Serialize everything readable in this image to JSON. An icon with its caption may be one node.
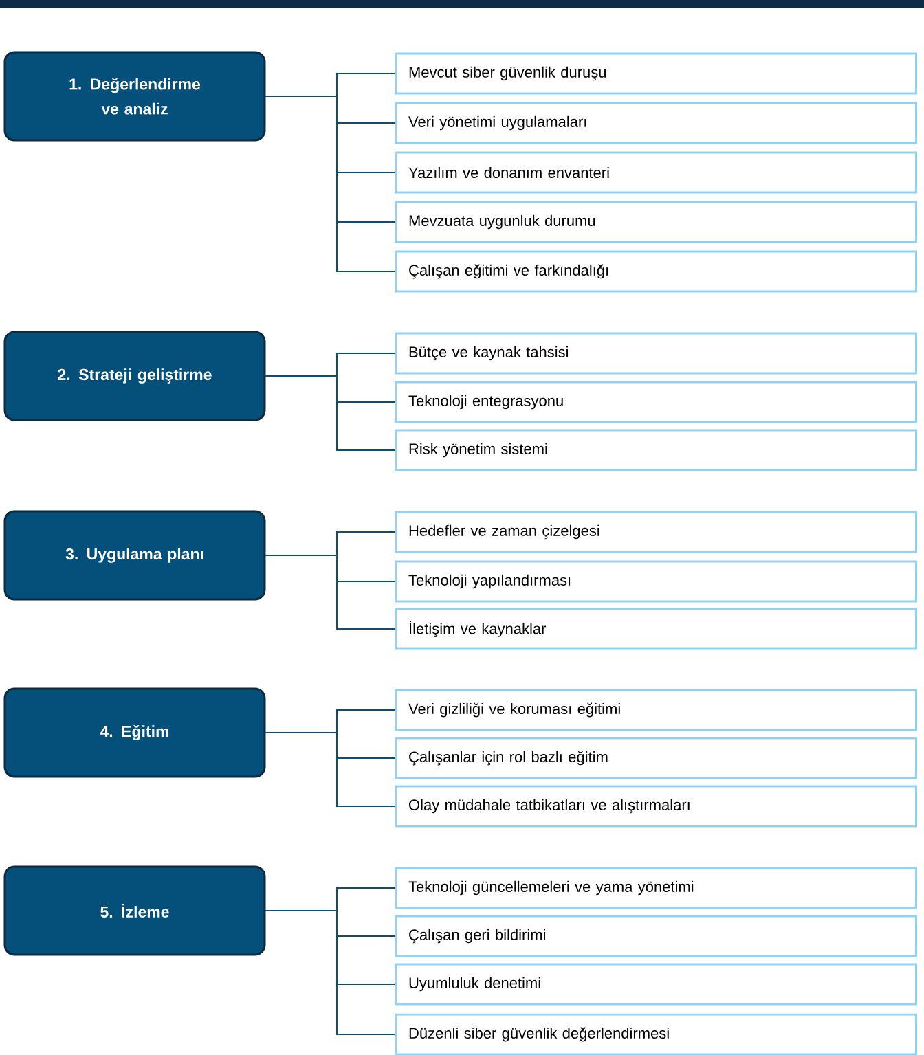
{
  "diagram": {
    "nodes": [
      {
        "text": [
          "1. Değerlendirme ve analiz"
        ]
      },
      {
        "text": [
          "Mevcut siber güvenlik duruşu"
        ]
      },
      {
        "text": [
          "Veri yönetimi uygulamaları"
        ]
      },
      {
        "text": [
          "Yazılım ve donanım envanteri"
        ]
      },
      {
        "text": [
          "Mevzuata uygunluk durumu"
        ]
      },
      {
        "text": [
          "Çalışan eğitimi ve farkındalığı"
        ]
      },
      {
        "text": [
          "2. Strateji geliştirme"
        ]
      },
      {
        "text": [
          "Bütçe ve kaynak tahsisi"
        ]
      },
      {
        "text": [
          "Teknoloji entegrasyonu"
        ]
      },
      {
        "text": [
          "Risk yönetim sistemi"
        ]
      },
      {
        "text": [
          "3. Uygulama planı"
        ]
      },
      {
        "text": [
          "Hedefler ve zaman çizelgesi"
        ]
      },
      {
        "text": [
          "Teknoloji yapılandırması"
        ]
      },
      {
        "text": [
          "İletişim ve kaynaklar"
        ]
      },
      {
        "text": [
          "4. Eğitim"
        ]
      },
      {
        "text": [
          "Veri gizliliği ve koruması eğitimi"
        ]
      },
      {
        "text": [
          "Çalışanlar için rol bazlı eğitim"
        ]
      },
      {
        "text": [
          "Olay müdahale tatbikatları ve alıştırmaları"
        ]
      },
      {
        "text": [
          "5. İzleme"
        ]
      },
      {
        "text": [
          "Teknoloji güncellemeleri ve yama yönetimi"
        ]
      },
      {
        "text": [
          "Çalışan geri bildirimi"
        ]
      },
      {
        "text": [
          "Uyumluluk denetimi"
        ]
      },
      {
        "text": [
          "Düzenli siber güvenlik değerlendirmesi"
        ]
      }
    ],
    "edges": [
      {
        "from": 0,
        "to": 1,
        "arrow": "none"
      },
      {
        "from": 0,
        "to": 2,
        "arrow": "none"
      },
      {
        "from": 0,
        "to": 3,
        "arrow": "none"
      },
      {
        "from": 0,
        "to": 4,
        "arrow": "none"
      },
      {
        "from": 0,
        "to": 5,
        "arrow": "none"
      },
      {
        "from": 6,
        "to": 7,
        "arrow": "none"
      },
      {
        "from": 6,
        "to": 8,
        "arrow": "none"
      },
      {
        "from": 6,
        "to": 9,
        "arrow": "none"
      },
      {
        "from": 10,
        "to": 11,
        "arrow": "none"
      },
      {
        "from": 10,
        "to": 12,
        "arrow": "none"
      },
      {
        "from": 10,
        "to": 13,
        "arrow": "none"
      },
      {
        "from": 14,
        "to": 15,
        "arrow": "none"
      },
      {
        "from": 14,
        "to": 16,
        "arrow": "none"
      },
      {
        "from": 14,
        "to": 17,
        "arrow": "none"
      },
      {
        "from": 18,
        "to": 19,
        "arrow": "none"
      },
      {
        "from": 18,
        "to": 20,
        "arrow": "none"
      },
      {
        "from": 18,
        "to": 21,
        "arrow": "none"
      },
      {
        "from": 18,
        "to": 22,
        "arrow": "none"
      }
    ]
  }
}
